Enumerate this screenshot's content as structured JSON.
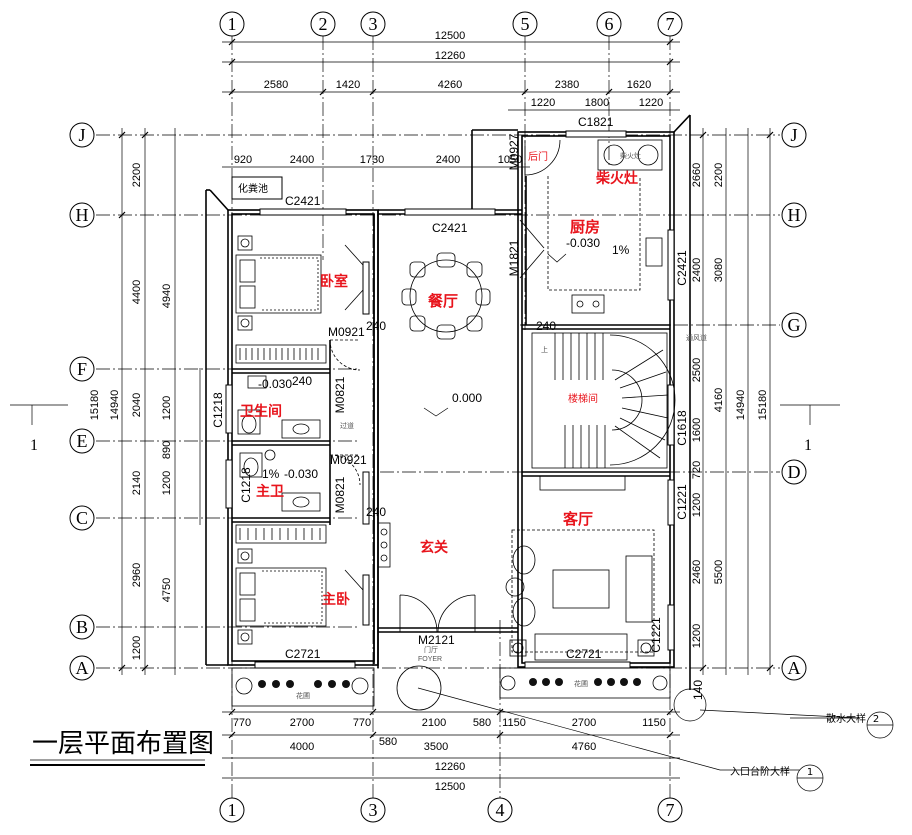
{
  "title": "一层平面布置图",
  "axes_top": [
    "1",
    "2",
    "3",
    "5",
    "6",
    "7"
  ],
  "axes_bottom": [
    "1",
    "3",
    "4",
    "7"
  ],
  "axes_left": [
    "J",
    "H",
    "F",
    "E",
    "C",
    "B",
    "A"
  ],
  "axes_right": [
    "J",
    "H",
    "G",
    "D",
    "A"
  ],
  "dims_top": {
    "total_outer": "12500",
    "total_inner": "12260",
    "segments": [
      "2580",
      "1420",
      "4260",
      "2380",
      "1620"
    ],
    "kitchen_segments": [
      "1220",
      "1800",
      "1220"
    ],
    "rear_segments": [
      "920",
      "2400",
      "1730",
      "2400",
      "1050"
    ]
  },
  "dims_bottom": {
    "row1": [
      "770",
      "2700",
      "770",
      "2100",
      "580",
      "1150",
      "2700",
      "1150"
    ],
    "row2": [
      "4000",
      "3500",
      "4760"
    ],
    "row2_extra": "580",
    "total_inner": "12260",
    "total_outer": "12500"
  },
  "dims_left": {
    "outer": [
      "2200",
      "4400",
      "2960",
      "1200"
    ],
    "mid": [
      "4940",
      "1200",
      "890",
      "1200",
      "4750"
    ],
    "wet": [
      "2040",
      "2140"
    ],
    "total_inner": "14940",
    "total_outer": "15180"
  },
  "dims_right": {
    "a": [
      "2660",
      "2400",
      "2500",
      "1600",
      "720",
      "1200",
      "2460",
      "1200"
    ],
    "b": [
      "2200",
      "3080",
      "4160",
      "5500"
    ],
    "total_inner": "14940",
    "total_outer": "15180"
  },
  "rooms": {
    "septic": "化粪池",
    "back_door": "后门",
    "stove": "柴火灶",
    "stove_label": "柴火灶",
    "kitchen": "厨房",
    "bedroom": "卧室",
    "dining": "餐厅",
    "bathroom": "卫生间",
    "stairs": "楼梯间",
    "master_bath": "主卫",
    "living": "客厅",
    "foyer": "玄关",
    "master_bedroom": "主卧",
    "garden_left": "花圃",
    "garden_right": "花圃",
    "foyer_small": "门厅",
    "foyer_en": "FOYER",
    "corridor": "过道",
    "vent": "通风道",
    "up": "上"
  },
  "tags": {
    "m0927": "M0927",
    "c1821": "C1821",
    "c2421_top": "C2421",
    "c2421_dining": "C2421",
    "c2421_right": "C2421",
    "m1821": "M1821",
    "m0921_a": "M0921",
    "m0921_b": "M0921",
    "m0821_a": "M0821",
    "m0821_b": "M0821",
    "c1218_a": "C1218",
    "c1218_b": "C1218",
    "c1618": "C1618",
    "c1221_a": "C1221",
    "c1221_b": "C1221",
    "c2721_a": "C2721",
    "c2721_b": "C2721",
    "m2121": "M2121",
    "w240_a": "240",
    "w240_b": "240",
    "w240_c": "240",
    "w240_d": "240",
    "w140": "140"
  },
  "levels": {
    "main": "0.000",
    "kitchen": "-0.030",
    "bath": "-0.030",
    "master_bath": "-0.030",
    "slope": "1%"
  },
  "callouts": {
    "drain": "散水大样",
    "drain_num": "2",
    "steps": "入口台阶大样",
    "steps_num": "1"
  },
  "section_mark": "1"
}
